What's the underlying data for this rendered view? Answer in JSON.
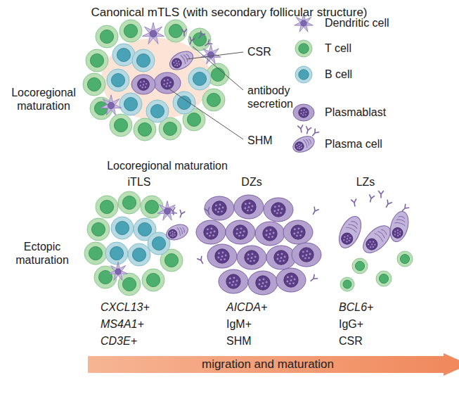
{
  "diagram": {
    "title": "Canonical mTLS (with secondary follicular structure)",
    "nodes": [
      {
        "text": [
          "migration and maturation"
        ]
      }
    ],
    "labels": [
      "Locoregional maturation",
      "CSR",
      "antibody secretion",
      "SHM",
      "Locoregional maturation",
      "iTLS",
      "DZs",
      "LZs",
      "Ectopic maturation",
      "CXCL13+",
      "MS4A1+",
      "CD3E+",
      "AICDA+",
      "IgM+",
      "SHM",
      "BCL6+",
      "IgG+",
      "CSR"
    ],
    "legend": [
      {
        "text": "Dendritic cell"
      },
      {
        "text": "T cell"
      },
      {
        "text": "B cell"
      },
      {
        "text": "Plasmablast"
      },
      {
        "text": "Plasma cell"
      }
    ]
  }
}
